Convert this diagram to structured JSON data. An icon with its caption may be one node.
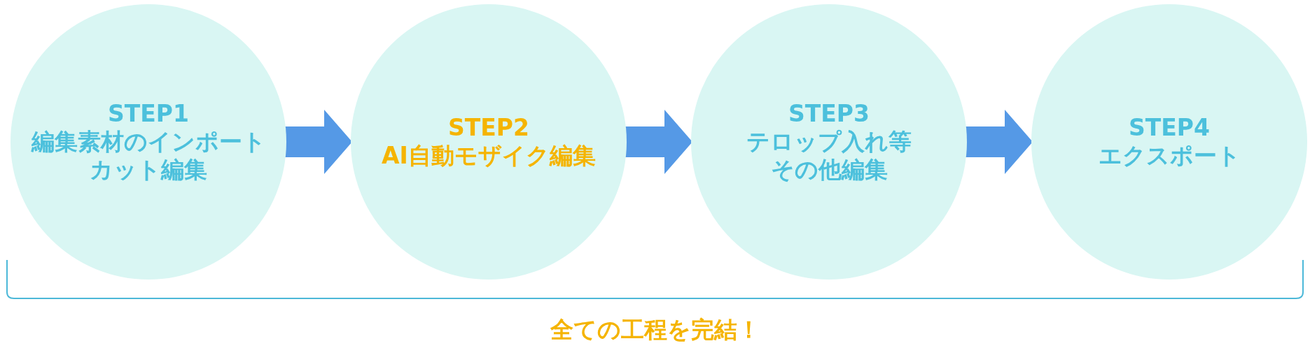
{
  "diagram": {
    "caption": "全ての工程を完結！",
    "nodes": [
      {
        "text": [
          "STEP1",
          "編集素材のインポート",
          "カット編集"
        ]
      },
      {
        "text": [
          "STEP2",
          "AI自動モザイク編集"
        ]
      },
      {
        "text": [
          "STEP3",
          "テロップ入れ等",
          "その他編集"
        ]
      },
      {
        "text": [
          "STEP4",
          "エクスポート"
        ]
      }
    ],
    "edges": [
      {
        "from": 0,
        "to": 1,
        "arrow": "to"
      },
      {
        "from": 1,
        "to": 2,
        "arrow": "to"
      },
      {
        "from": 2,
        "to": 3,
        "arrow": "to"
      }
    ]
  }
}
